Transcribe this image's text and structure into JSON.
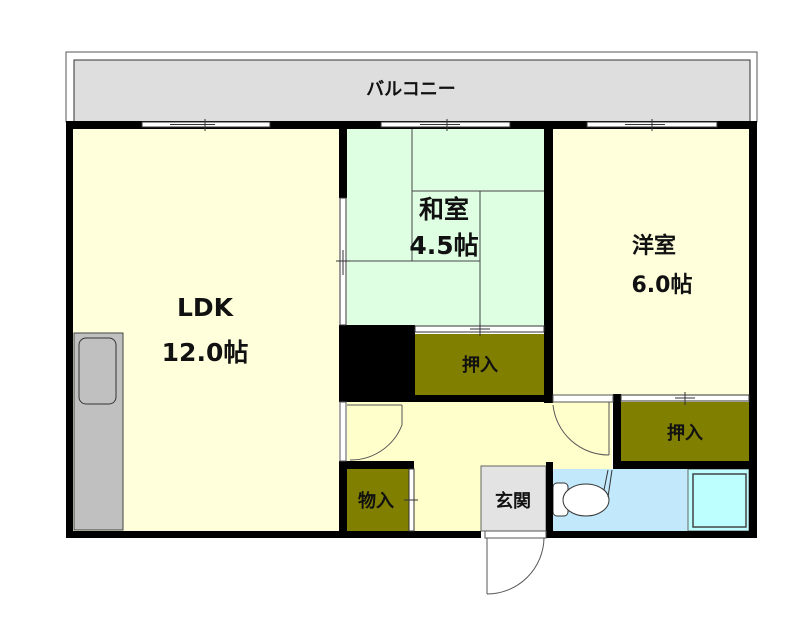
{
  "plan": {
    "balcony": {
      "label": "バルコニー"
    },
    "rooms": [
      {
        "id": "ldk",
        "name": "LDK",
        "size": "12.0帖"
      },
      {
        "id": "washitsu",
        "name": "和室",
        "size": "4.5帖"
      },
      {
        "id": "yoshitsu",
        "name": "洋室",
        "size": "6.0帖"
      }
    ],
    "storage": [
      {
        "id": "oshiire-1",
        "label": "押入"
      },
      {
        "id": "oshiire-2",
        "label": "押入"
      },
      {
        "id": "monoire",
        "label": "物入"
      }
    ],
    "entrance": {
      "label": "玄関"
    },
    "fixtures": [
      {
        "id": "kitchen",
        "icon": "kitchen-sink-icon"
      },
      {
        "id": "toilet",
        "icon": "toilet-icon"
      },
      {
        "id": "washbasin",
        "icon": "washbasin-icon"
      }
    ],
    "colors": {
      "wall": "#000000",
      "balcony": "#dedede",
      "ldk": "#ffffdc",
      "washitsu": "#dfffe3",
      "yoshitsu": "#ffffdc",
      "hall": "#ffffcc",
      "storage": "#807f00",
      "entrance": "#e3e3e3",
      "toilet_room": "#c1e9fb",
      "washbasin": "#bdffff",
      "kitchen": "#c0c0c0"
    }
  }
}
